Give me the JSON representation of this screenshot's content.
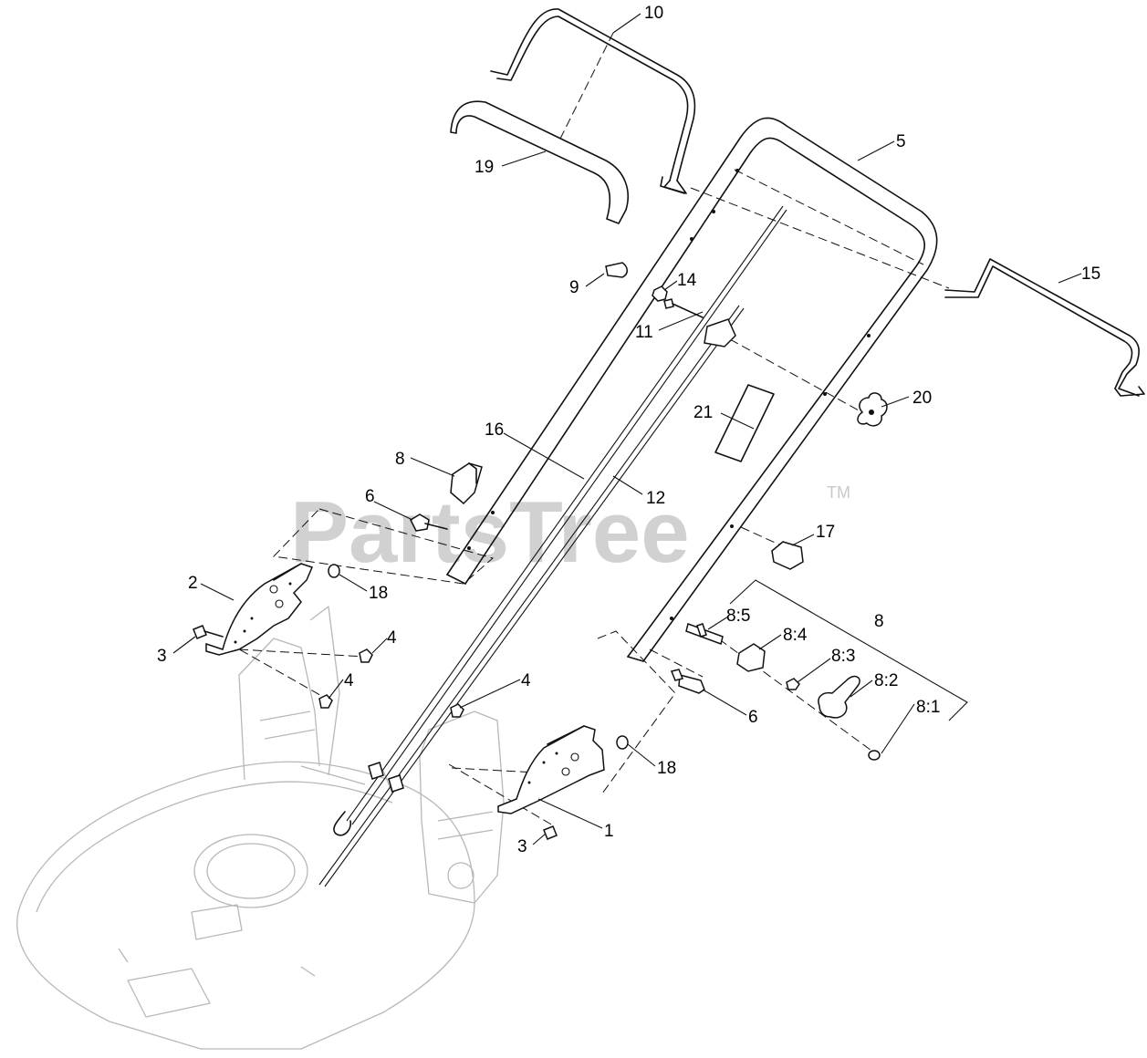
{
  "watermark": {
    "text": "PartsTree",
    "trademark": "TM"
  },
  "callouts": [
    {
      "id": "c10",
      "label": "10"
    },
    {
      "id": "c19",
      "label": "19"
    },
    {
      "id": "c5",
      "label": "5"
    },
    {
      "id": "c15",
      "label": "15"
    },
    {
      "id": "c9",
      "label": "9"
    },
    {
      "id": "c14",
      "label": "14"
    },
    {
      "id": "c11",
      "label": "11"
    },
    {
      "id": "c20",
      "label": "20"
    },
    {
      "id": "c21",
      "label": "21"
    },
    {
      "id": "c16",
      "label": "16"
    },
    {
      "id": "c12",
      "label": "12"
    },
    {
      "id": "c8a",
      "label": "8"
    },
    {
      "id": "c6a",
      "label": "6"
    },
    {
      "id": "c17",
      "label": "17"
    },
    {
      "id": "c2",
      "label": "2"
    },
    {
      "id": "c18a",
      "label": "18"
    },
    {
      "id": "c3a",
      "label": "3"
    },
    {
      "id": "c4a",
      "label": "4"
    },
    {
      "id": "c4b",
      "label": "4"
    },
    {
      "id": "c4c",
      "label": "4"
    },
    {
      "id": "c85",
      "label": "8:5"
    },
    {
      "id": "c8b",
      "label": "8"
    },
    {
      "id": "c84",
      "label": "8:4"
    },
    {
      "id": "c83",
      "label": "8:3"
    },
    {
      "id": "c82",
      "label": "8:2"
    },
    {
      "id": "c6b",
      "label": "6"
    },
    {
      "id": "c81",
      "label": "8:1"
    },
    {
      "id": "c18b",
      "label": "18"
    },
    {
      "id": "c1",
      "label": "1"
    },
    {
      "id": "c3b",
      "label": "3"
    }
  ]
}
